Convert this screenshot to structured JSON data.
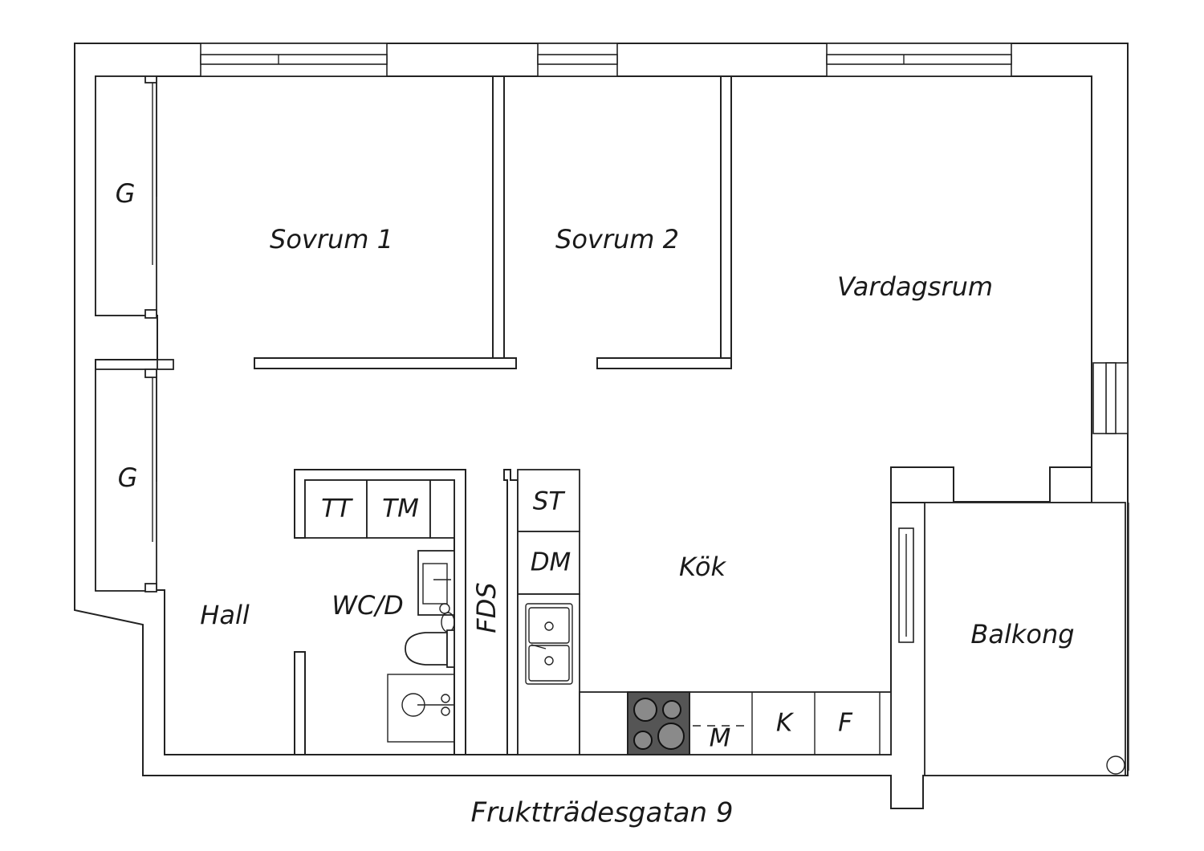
{
  "colors": {
    "line": "#222222",
    "background": "#ffffff",
    "hob": "#555555"
  },
  "rooms": {
    "closet_top": "G",
    "closet_bottom": "G",
    "bedroom1": "Sovrum 1",
    "bedroom2": "Sovrum 2",
    "living": "Vardagsrum",
    "hall": "Hall",
    "bathroom": "WC/D",
    "kitchen": "Kök",
    "balcony": "Balkong",
    "fds": "FDS"
  },
  "fixtures": {
    "tt": "TT",
    "tm": "TM",
    "st": "ST",
    "dm": "DM",
    "m": "M",
    "k": "K",
    "f": "F"
  },
  "street": "Fruktträdesgatan 9"
}
